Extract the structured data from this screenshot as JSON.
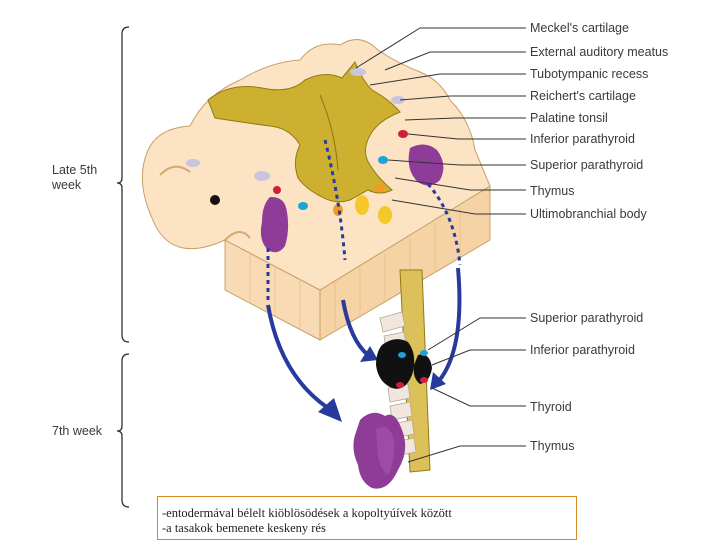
{
  "labels": {
    "meckels": "Meckel's cartilage",
    "auditory": "External auditory meatus",
    "tubotympanic": "Tubotympanic recess",
    "reicherts": "Reichert's cartilage",
    "tonsil": "Palatine tonsil",
    "inf_parathyroid_top": "Inferior parathyroid",
    "sup_parathyroid_top": "Superior parathyroid",
    "thymus_top": "Thymus",
    "ultimobranchial": "Ultimobranchial body",
    "sup_parathyroid_bottom": "Superior parathyroid",
    "inf_parathyroid_bottom": "Inferior parathyroid",
    "thyroid": "Thyroid",
    "thymus_bottom": "Thymus"
  },
  "stages": {
    "late5_line1": "Late 5th",
    "late5_line2": "week",
    "week7": "7th week"
  },
  "caption": {
    "line1": "-entodermával bélelt kiöblösödések a kopoltyúívek között",
    "line2": "-a tasakok bemenete keskeny rés"
  },
  "colors": {
    "tissue": "#fbe3c4",
    "tissue_side": "#f6d3a4",
    "pharynx": "#cdb02f",
    "thymus": "#8e3c97",
    "parathyroid_inf": "#d21d3b",
    "parathyroid_sup": "#1ca3d9",
    "ultimobranchial": "#f39a21",
    "arrow": "#283a9e",
    "thyroid": "#111111",
    "cartilage": "#c9c4df"
  }
}
